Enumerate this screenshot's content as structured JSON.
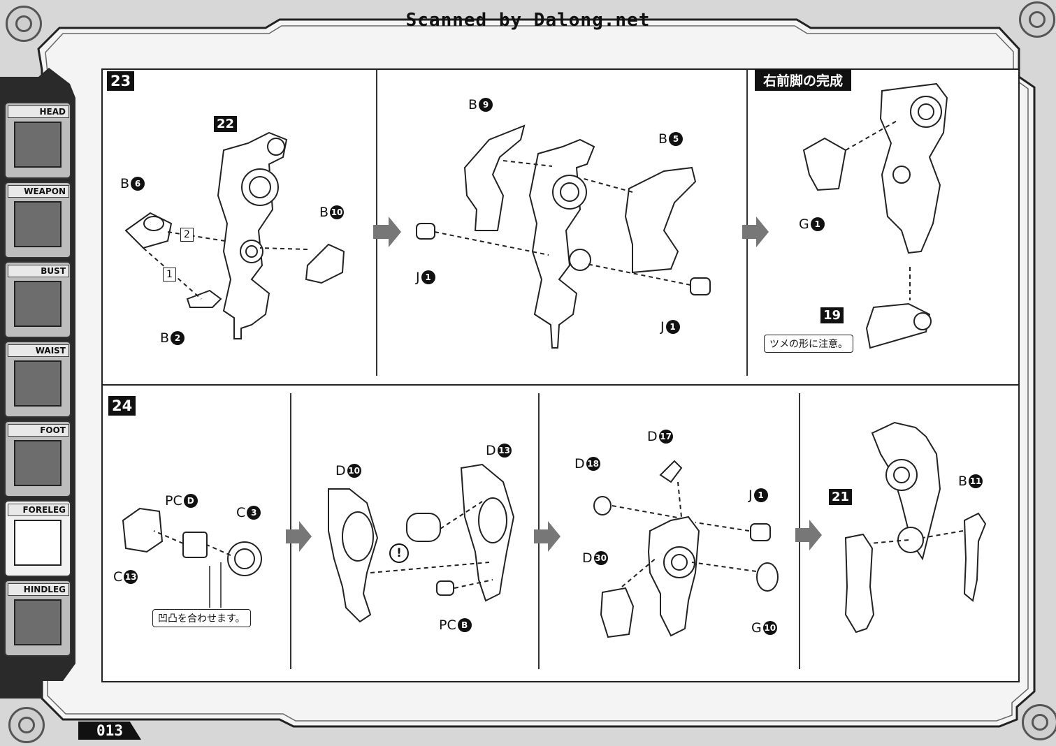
{
  "header": {
    "scan_credit": "Scanned by Dalong.net"
  },
  "sidebar": {
    "items": [
      {
        "label": "HEAD",
        "icon": "head-icon",
        "active": false
      },
      {
        "label": "WEAPON",
        "icon": "weapon-icon",
        "active": false
      },
      {
        "label": "BUST",
        "icon": "bust-icon",
        "active": false
      },
      {
        "label": "WAIST",
        "icon": "waist-icon",
        "active": false
      },
      {
        "label": "FOOT",
        "icon": "foot-icon",
        "active": false
      },
      {
        "label": "FORELEG",
        "icon": "foreleg-icon",
        "active": true
      },
      {
        "label": "HINDLEG",
        "icon": "hindleg-icon",
        "active": false
      }
    ]
  },
  "step23": {
    "number": "23",
    "ref_22": "22",
    "sequence_1": "1",
    "sequence_2": "2",
    "parts_a": [
      {
        "letter": "B",
        "num": "6"
      },
      {
        "letter": "B",
        "num": "10"
      },
      {
        "letter": "B",
        "num": "2"
      }
    ],
    "parts_b": [
      {
        "letter": "B",
        "num": "9"
      },
      {
        "letter": "B",
        "num": "5"
      },
      {
        "letter": "J",
        "num": "1"
      },
      {
        "letter": "J",
        "num": "1"
      }
    ],
    "complete_label": "右前脚の完成",
    "complete_part": {
      "letter": "G",
      "num": "1"
    },
    "ref_19": "19",
    "note": "ツメの形に注意。"
  },
  "step24": {
    "number": "24",
    "panel1": {
      "parts": [
        {
          "letter": "PC",
          "num": "D"
        },
        {
          "letter": "C",
          "num": "3"
        },
        {
          "letter": "C",
          "num": "13"
        }
      ],
      "note": "凹凸を合わせます。"
    },
    "panel2": {
      "parts": [
        {
          "letter": "D",
          "num": "10"
        },
        {
          "letter": "D",
          "num": "13"
        },
        {
          "letter": "PC",
          "num": "B"
        }
      ],
      "warning": "!"
    },
    "panel3": {
      "parts": [
        {
          "letter": "D",
          "num": "17"
        },
        {
          "letter": "D",
          "num": "18"
        },
        {
          "letter": "J",
          "num": "1"
        },
        {
          "letter": "D",
          "num": "30"
        },
        {
          "letter": "G",
          "num": "10"
        }
      ]
    },
    "panel4": {
      "ref_21": "21",
      "parts": [
        {
          "letter": "B",
          "num": "11"
        }
      ]
    }
  },
  "footer": {
    "page_number": "013"
  }
}
